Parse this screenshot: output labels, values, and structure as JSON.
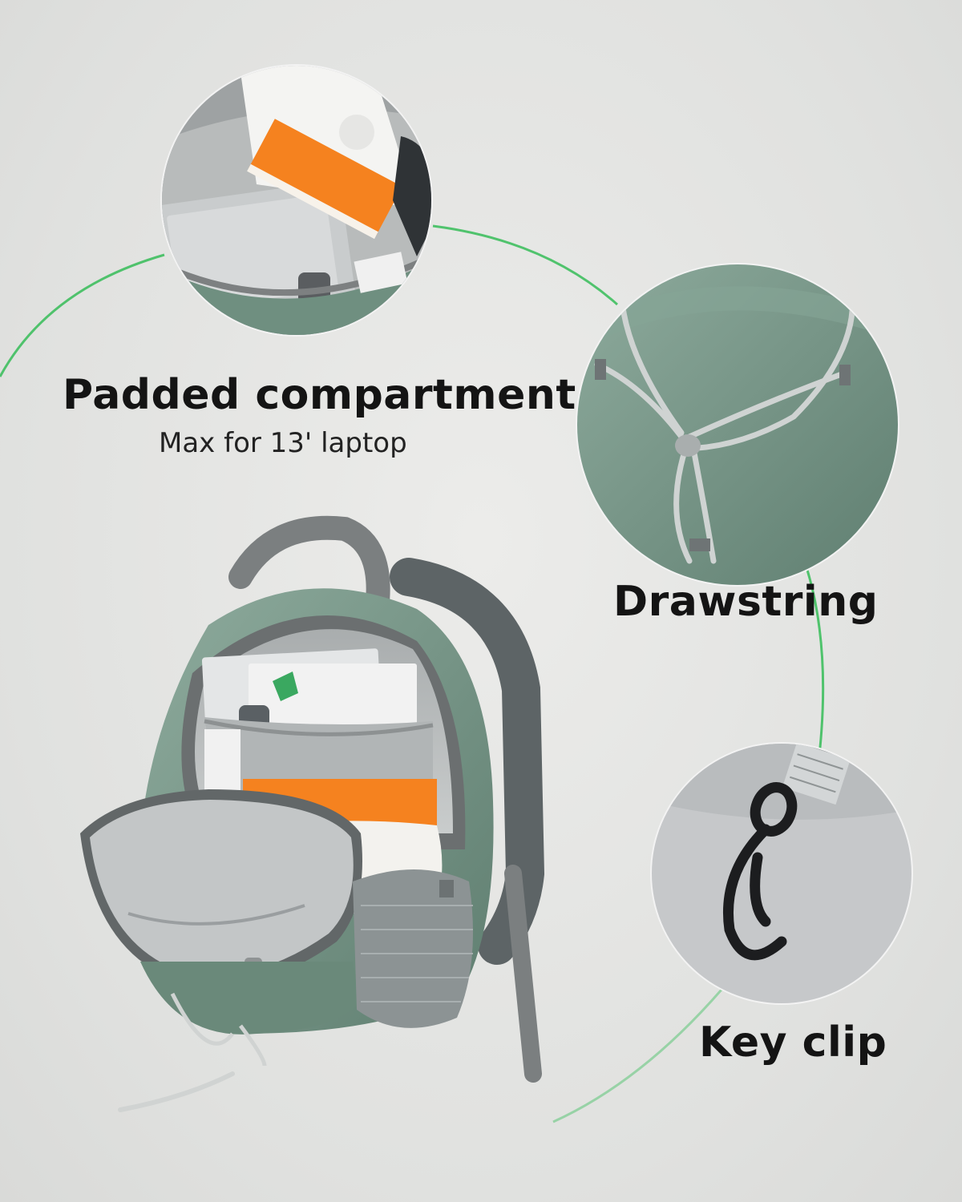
{
  "features": [
    {
      "id": "padded",
      "title": "Padded compartment",
      "subtitle": "Max for 13' laptop",
      "icon": "laptop-compartment-photo"
    },
    {
      "id": "drawstring",
      "title": "Drawstring",
      "icon": "drawstring-photo"
    },
    {
      "id": "keyclip",
      "title": "Key clip",
      "icon": "key-clip-photo"
    }
  ],
  "colors": {
    "accent": "#3fbf5f",
    "bag": "#7b9a8b",
    "lining": "#b9bcbd",
    "book": "#f0801e",
    "background": "#e3e4e2"
  }
}
